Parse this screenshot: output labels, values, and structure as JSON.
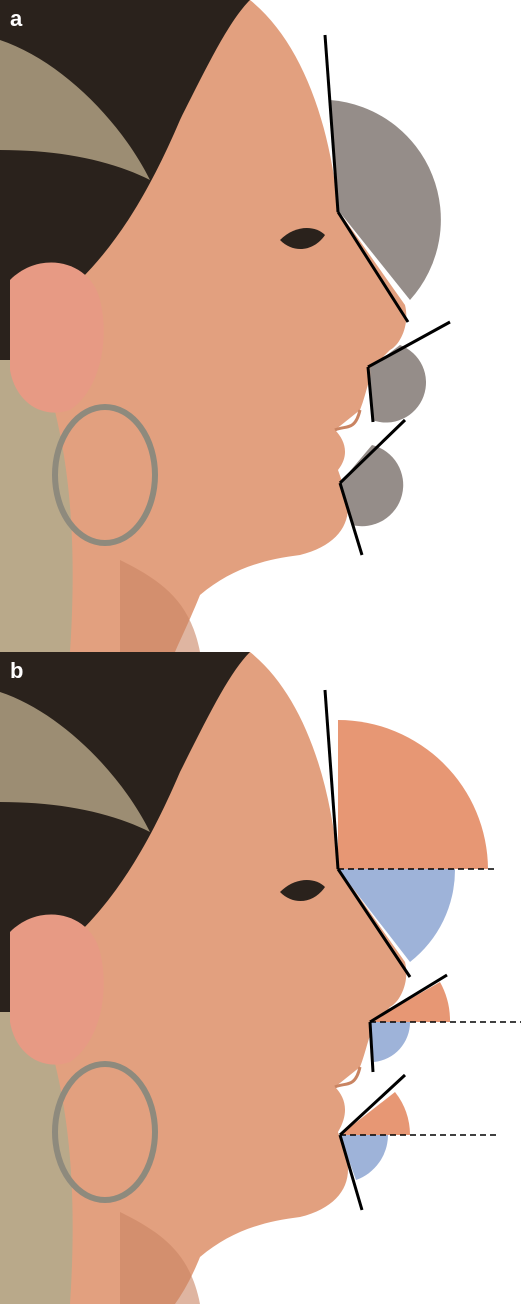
{
  "panels": [
    {
      "id": "a",
      "label": "a"
    },
    {
      "id": "b",
      "label": "b"
    }
  ],
  "colors": {
    "background": "#ffffff",
    "hair_dark": "#2a221c",
    "hair_light": "#b9a98a",
    "skin": "#e2a07f",
    "skin_shadow": "#c98462",
    "ear": "#e79a84",
    "hoop_earring": "#8e8a7d",
    "angle_shading_gray": "#958d89",
    "angle_shading_upper": "#e79774",
    "angle_shading_lower": "#9eb3d9",
    "profile_lines": "#000000"
  },
  "icons": [
    "face-profile-photo",
    "angle-lines",
    "angle-arc",
    "reference-dashed-line"
  ]
}
